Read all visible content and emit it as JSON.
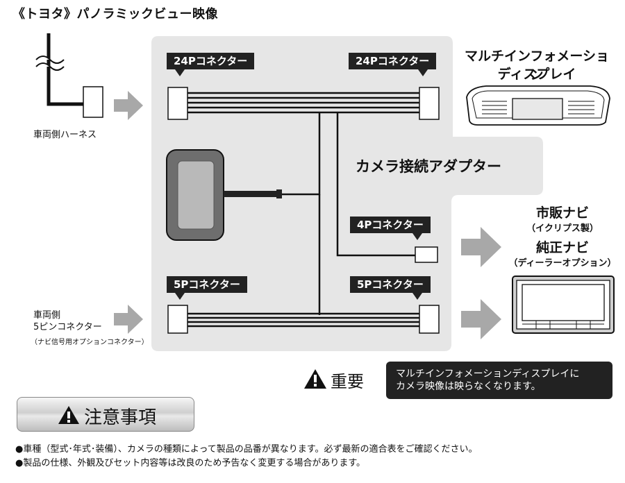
{
  "title": "《トヨタ》パノラミックビュー映像",
  "vehicle_harness_label": "車両側ハーネス",
  "connector_24p_left": "24Pコネクター",
  "connector_24p_right": "24Pコネクター",
  "connector_4p": "4Pコネクター",
  "connector_5p_left": "5Pコネクター",
  "connector_5p_right": "5Pコネクター",
  "adapter_label": "カメラ接続アダプター",
  "display_label_line1": "マルチインフォメーション",
  "display_label_line2": "ディスプレイ",
  "nav_market_label": "市販ナビ",
  "nav_market_sub": "（イクリプス製）",
  "nav_genuine_label": "純正ナビ",
  "nav_genuine_sub": "（ディーラーオプション）",
  "vehicle_5pin_line1": "車両側",
  "vehicle_5pin_line2": "5ピンコネクター",
  "vehicle_5pin_sub": "（ナビ信号用オプションコネクター）",
  "important_label": "重要",
  "important_text_line1": "マルチインフォメーションディスプレイに",
  "important_text_line2": "カメラ映像は映らなくなります。",
  "caution_title": "注意事項",
  "notes": [
    "●車種（型式･年式･装備）、カメラの種類によって製品の品番が異なります。必ず最新の適合表をご確認ください。",
    "●製品の仕様、外観及びセット内容等は改良のため予告なく変更する場合があります。"
  ],
  "colors": {
    "panel": "#e6e6e6",
    "arrow": "#a8a8a8",
    "dark": "#222222"
  }
}
